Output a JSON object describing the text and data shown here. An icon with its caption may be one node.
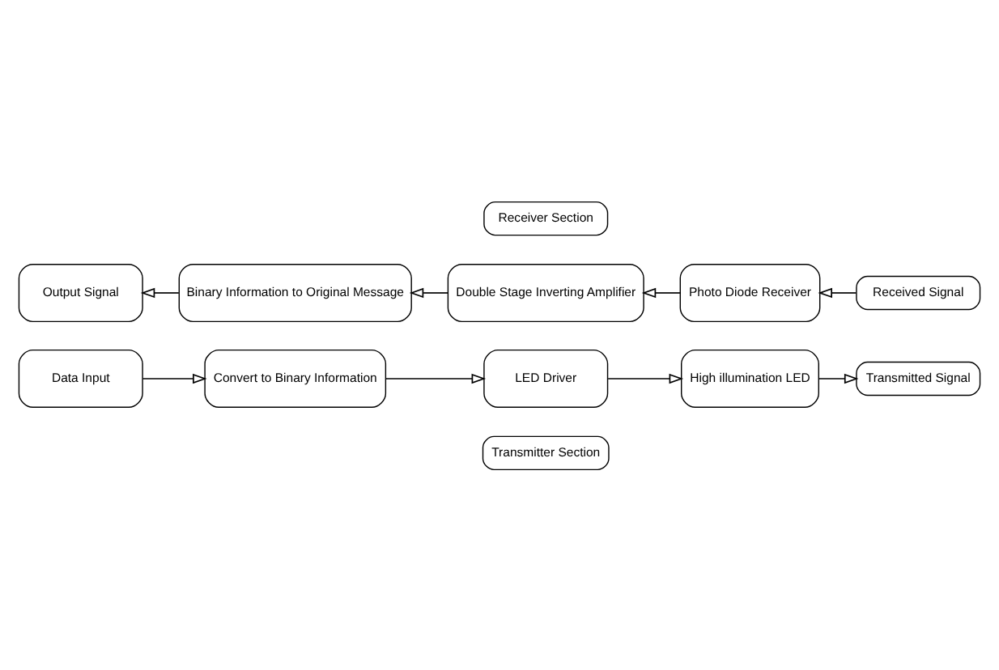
{
  "diagram": {
    "nodes": [
      {
        "text": [
          "Transmitter Section"
        ]
      },
      {
        "text": [
          "Data Input"
        ]
      },
      {
        "text": [
          "Convert to Binary Information"
        ]
      },
      {
        "text": [
          "LED Driver"
        ]
      },
      {
        "text": [
          "High illumination LED"
        ]
      },
      {
        "text": [
          "Transmitted Signal"
        ]
      },
      {
        "text": [
          "Received Signal"
        ]
      },
      {
        "text": [
          "Photo Diode Receiver"
        ]
      },
      {
        "text": [
          "Double Stage Inverting Amplifier"
        ]
      },
      {
        "text": [
          "Binary Information to Original Message"
        ]
      },
      {
        "text": [
          "Output Signal"
        ]
      },
      {
        "text": [
          "Receiver Section"
        ]
      }
    ],
    "edges": [
      {
        "from": 1,
        "to": 2,
        "arrow": "to"
      },
      {
        "from": 2,
        "to": 3,
        "arrow": "to"
      },
      {
        "from": 3,
        "to": 4,
        "arrow": "to"
      },
      {
        "from": 4,
        "to": 5,
        "arrow": "to"
      },
      {
        "from": 6,
        "to": 7,
        "arrow": "to"
      },
      {
        "from": 7,
        "to": 8,
        "arrow": "to"
      },
      {
        "from": 8,
        "to": 9,
        "arrow": "to"
      },
      {
        "from": 9,
        "to": 10,
        "arrow": "to"
      }
    ]
  }
}
